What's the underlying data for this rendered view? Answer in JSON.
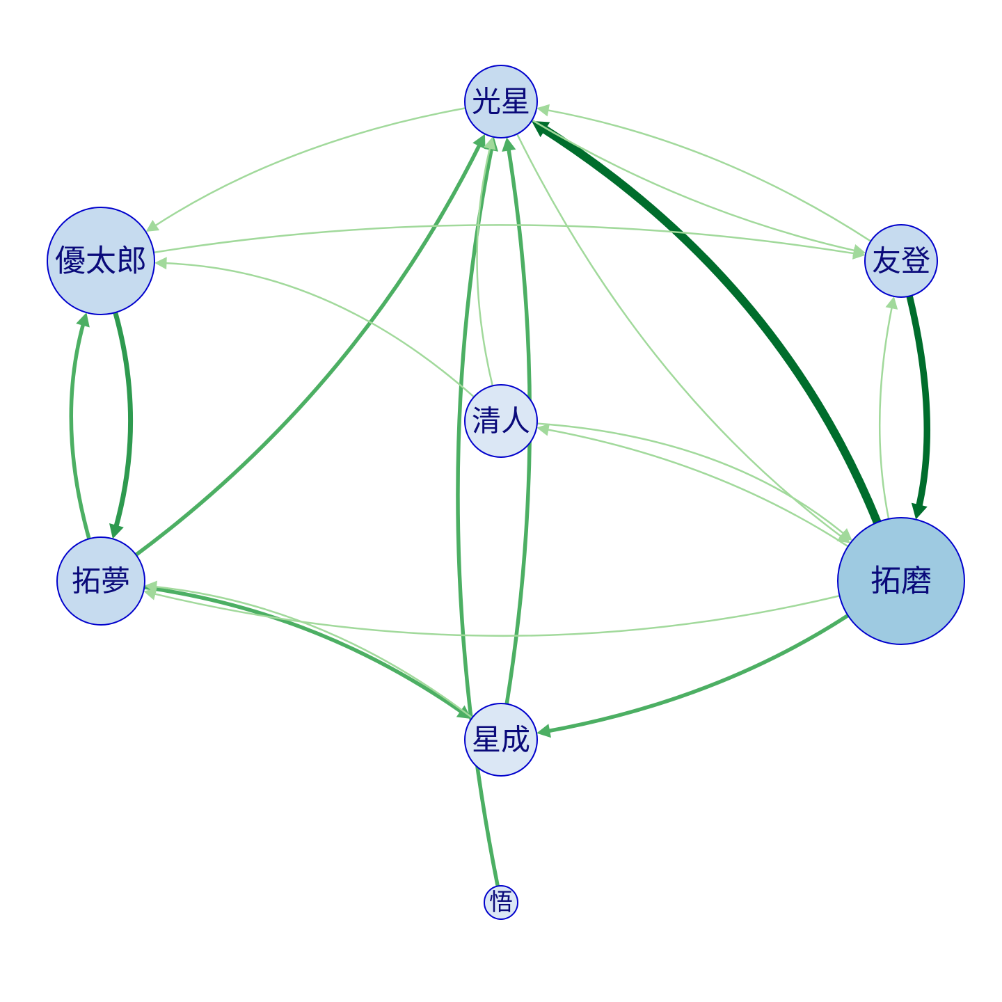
{
  "nodes": [
    {
      "id": "kousei",
      "label": "光星",
      "size": 3,
      "fill": "#c6dbef"
    },
    {
      "id": "yutaro",
      "label": "優太郎",
      "size": 5,
      "fill": "#c6dbef"
    },
    {
      "id": "yuto",
      "label": "友登",
      "size": 3,
      "fill": "#c6dbef"
    },
    {
      "id": "kiyoto",
      "label": "清人",
      "size": 2,
      "fill": "#dbe7f5"
    },
    {
      "id": "takumu",
      "label": "拓夢",
      "size": 4,
      "fill": "#c6dbef"
    },
    {
      "id": "takuma",
      "label": "拓磨",
      "size": 7,
      "fill": "#9ecae1"
    },
    {
      "id": "seina",
      "label": "星成",
      "size": 2,
      "fill": "#dbe7f5"
    },
    {
      "id": "satoru",
      "label": "悟",
      "size": 1,
      "fill": "#dbe7f5"
    }
  ],
  "edges": [
    {
      "from": "takuma",
      "to": "kousei",
      "weight": 5
    },
    {
      "from": "yuto",
      "to": "takuma",
      "weight": 4
    },
    {
      "from": "yutaro",
      "to": "takumu",
      "weight": 3
    },
    {
      "from": "takumu",
      "to": "yutaro",
      "weight": 2
    },
    {
      "from": "takumu",
      "to": "kousei",
      "weight": 2
    },
    {
      "from": "takumu",
      "to": "seina",
      "weight": 2
    },
    {
      "from": "seina",
      "to": "kousei",
      "weight": 2
    },
    {
      "from": "satoru",
      "to": "kousei",
      "weight": 2
    },
    {
      "from": "takuma",
      "to": "seina",
      "weight": 2
    },
    {
      "from": "kousei",
      "to": "yuto",
      "weight": 1
    },
    {
      "from": "kousei",
      "to": "takuma",
      "weight": 1
    },
    {
      "from": "kousei",
      "to": "yutaro",
      "weight": 1
    },
    {
      "from": "yutaro",
      "to": "yuto",
      "weight": 1
    },
    {
      "from": "kiyoto",
      "to": "yutaro",
      "weight": 1
    },
    {
      "from": "kiyoto",
      "to": "kousei",
      "weight": 1
    },
    {
      "from": "kiyoto",
      "to": "takuma",
      "weight": 1
    },
    {
      "from": "takuma",
      "to": "kiyoto",
      "weight": 1
    },
    {
      "from": "takuma",
      "to": "yuto",
      "weight": 1
    },
    {
      "from": "takuma",
      "to": "takumu",
      "weight": 1
    },
    {
      "from": "seina",
      "to": "takumu",
      "weight": 1
    },
    {
      "from": "yuto",
      "to": "kousei",
      "weight": 1
    }
  ],
  "colors": {
    "node_stroke": "#0000cc",
    "label": "#0a0a7a",
    "edge_weight_1": "#a1d99b",
    "edge_weight_2": "#4caf63",
    "edge_weight_3": "#2e9a4f",
    "edge_weight_4": "#006d2c",
    "edge_weight_5": "#006d2c"
  }
}
